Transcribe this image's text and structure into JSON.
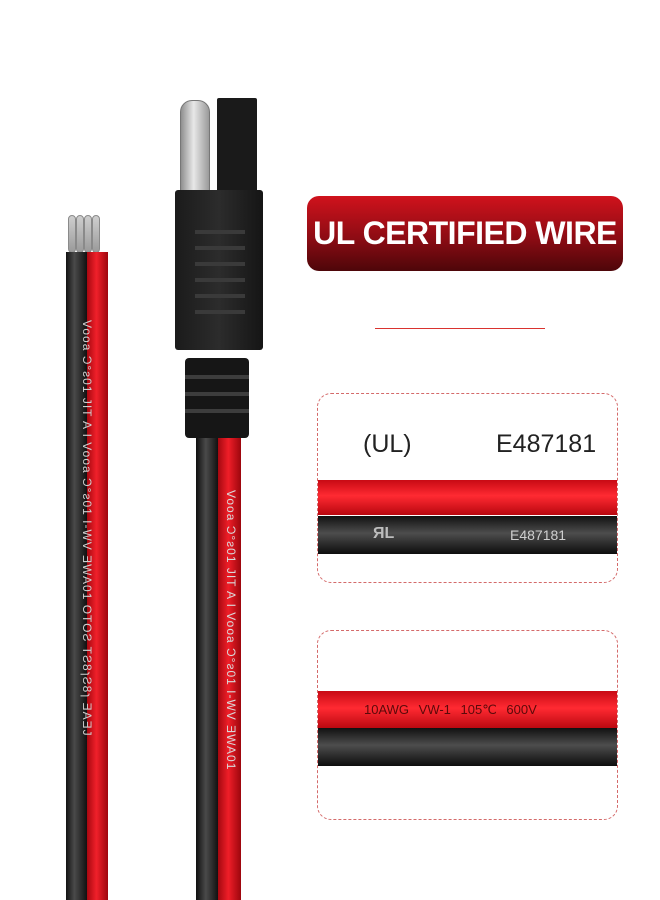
{
  "banner": {
    "title": "UL CERTIFIED WIRE"
  },
  "ul_box": {
    "label_left": "(UL)",
    "label_right": "E487181",
    "strip_mark": "ЯL",
    "strip_code": "E487181"
  },
  "spec_box": {
    "spec_text": "10AWG VW-1 105℃ 600V"
  },
  "wire_print_left": "Vooa  Ͻ°ƨ01  JIT  A  I  Vooa  Ͻ°ƨ01  I-WV  ƎWA01  OTOƧ  TƧ8ɿƧ8ɿ ƎAƎJ",
  "wire_print_right": "Vooa  Ͻ°ƨ01  JIT  A  I  Vooa  Ͻ°ƨ01  I-WV  ƎWA01",
  "colors": {
    "red": "#e31b23",
    "black": "#1a1a1a",
    "banner_dark": "#5a070b"
  }
}
